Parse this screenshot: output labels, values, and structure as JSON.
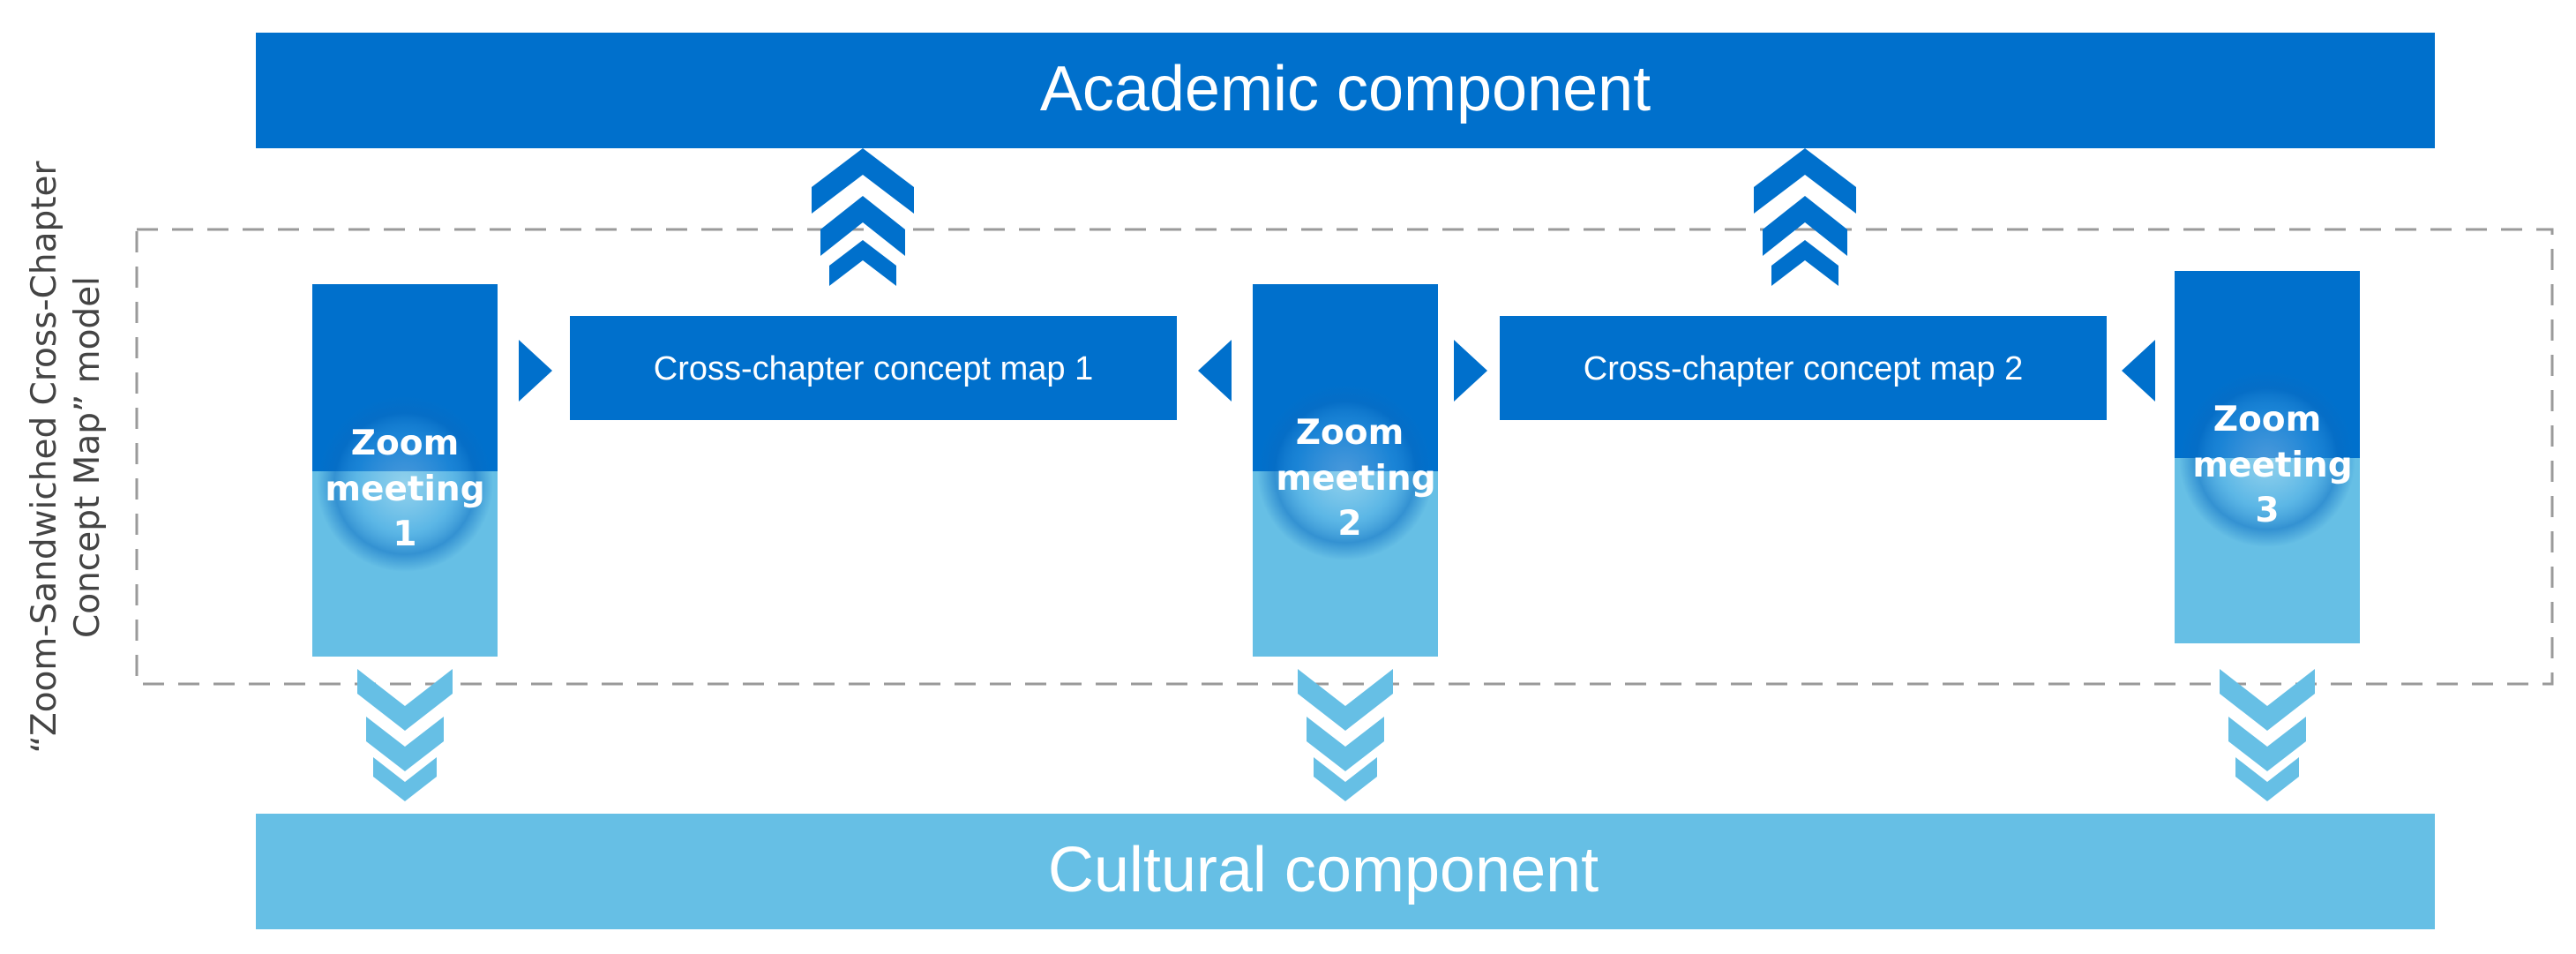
{
  "diagram": {
    "side_label_line1": "“Zoom-Sandwiched Cross-Chapter",
    "side_label_line2": "Concept Map” model",
    "academic_label": "Academic component",
    "cultural_label": "Cultural component",
    "concept_maps": [
      {
        "label": "Cross-chapter concept map 1"
      },
      {
        "label": "Cross-chapter concept map 2"
      }
    ],
    "meetings": [
      {
        "line1": "Zoom",
        "line2": "meeting",
        "line3": "1"
      },
      {
        "line1": "Zoom",
        "line2": "meeting",
        "line3": "2"
      },
      {
        "line1": "Zoom",
        "line2": "meeting",
        "line3": "3"
      }
    ]
  },
  "colors": {
    "dark_blue": "#0070CC",
    "light_blue": "#66BFE5",
    "dashed_border": "#9a9a9a",
    "text_white": "#ffffff"
  }
}
